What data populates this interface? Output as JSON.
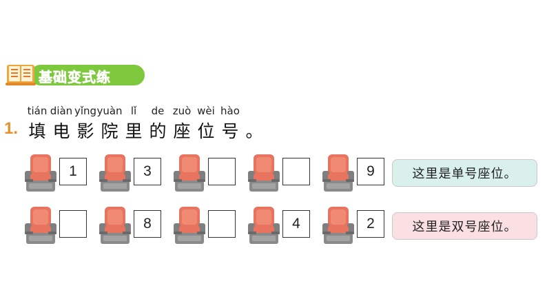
{
  "section": {
    "title": "基础变式练",
    "icon": "book-icon"
  },
  "question": {
    "number": "1.",
    "chars": [
      {
        "pinyin": "tián",
        "hanzi": "填"
      },
      {
        "pinyin": "diàn",
        "hanzi": "电"
      },
      {
        "pinyin": "yǐng",
        "hanzi": "影"
      },
      {
        "pinyin": "yuàn",
        "hanzi": "院"
      },
      {
        "pinyin": "lǐ",
        "hanzi": "里"
      },
      {
        "pinyin": "de",
        "hanzi": "的"
      },
      {
        "pinyin": "zuò",
        "hanzi": "座"
      },
      {
        "pinyin": "wèi",
        "hanzi": "位"
      },
      {
        "pinyin": "hào",
        "hanzi": "号"
      },
      {
        "pinyin": "",
        "hanzi": "。"
      }
    ]
  },
  "rows": [
    {
      "seats": [
        "1",
        "3",
        "",
        "",
        "9"
      ],
      "note": "这里是单号座位。"
    },
    {
      "seats": [
        "",
        "8",
        "",
        "4",
        "2"
      ],
      "note": "这里是双号座位。"
    }
  ],
  "colors": {
    "header_green": "#7dc83d",
    "number_orange": "#e8912c",
    "odd_note_bg": "#d9f0ec",
    "even_note_bg": "#fbe0e3",
    "seat_red": "#e8735e",
    "seat_gray": "#8a8a8a"
  }
}
